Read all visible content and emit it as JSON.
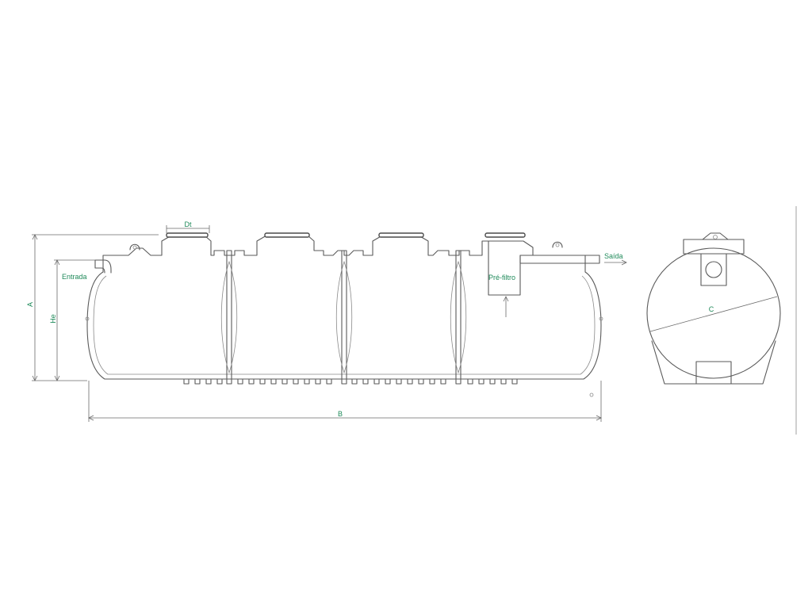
{
  "labels": {
    "dt": "Dt",
    "entrada": "Entrada",
    "a": "A",
    "he": "He",
    "pre_filtro": "Pré-filtro",
    "saida": "Saída",
    "b": "B",
    "c": "C"
  },
  "colors": {
    "label_green": "#1f8a5a",
    "line_gray": "#5a5a5a"
  }
}
